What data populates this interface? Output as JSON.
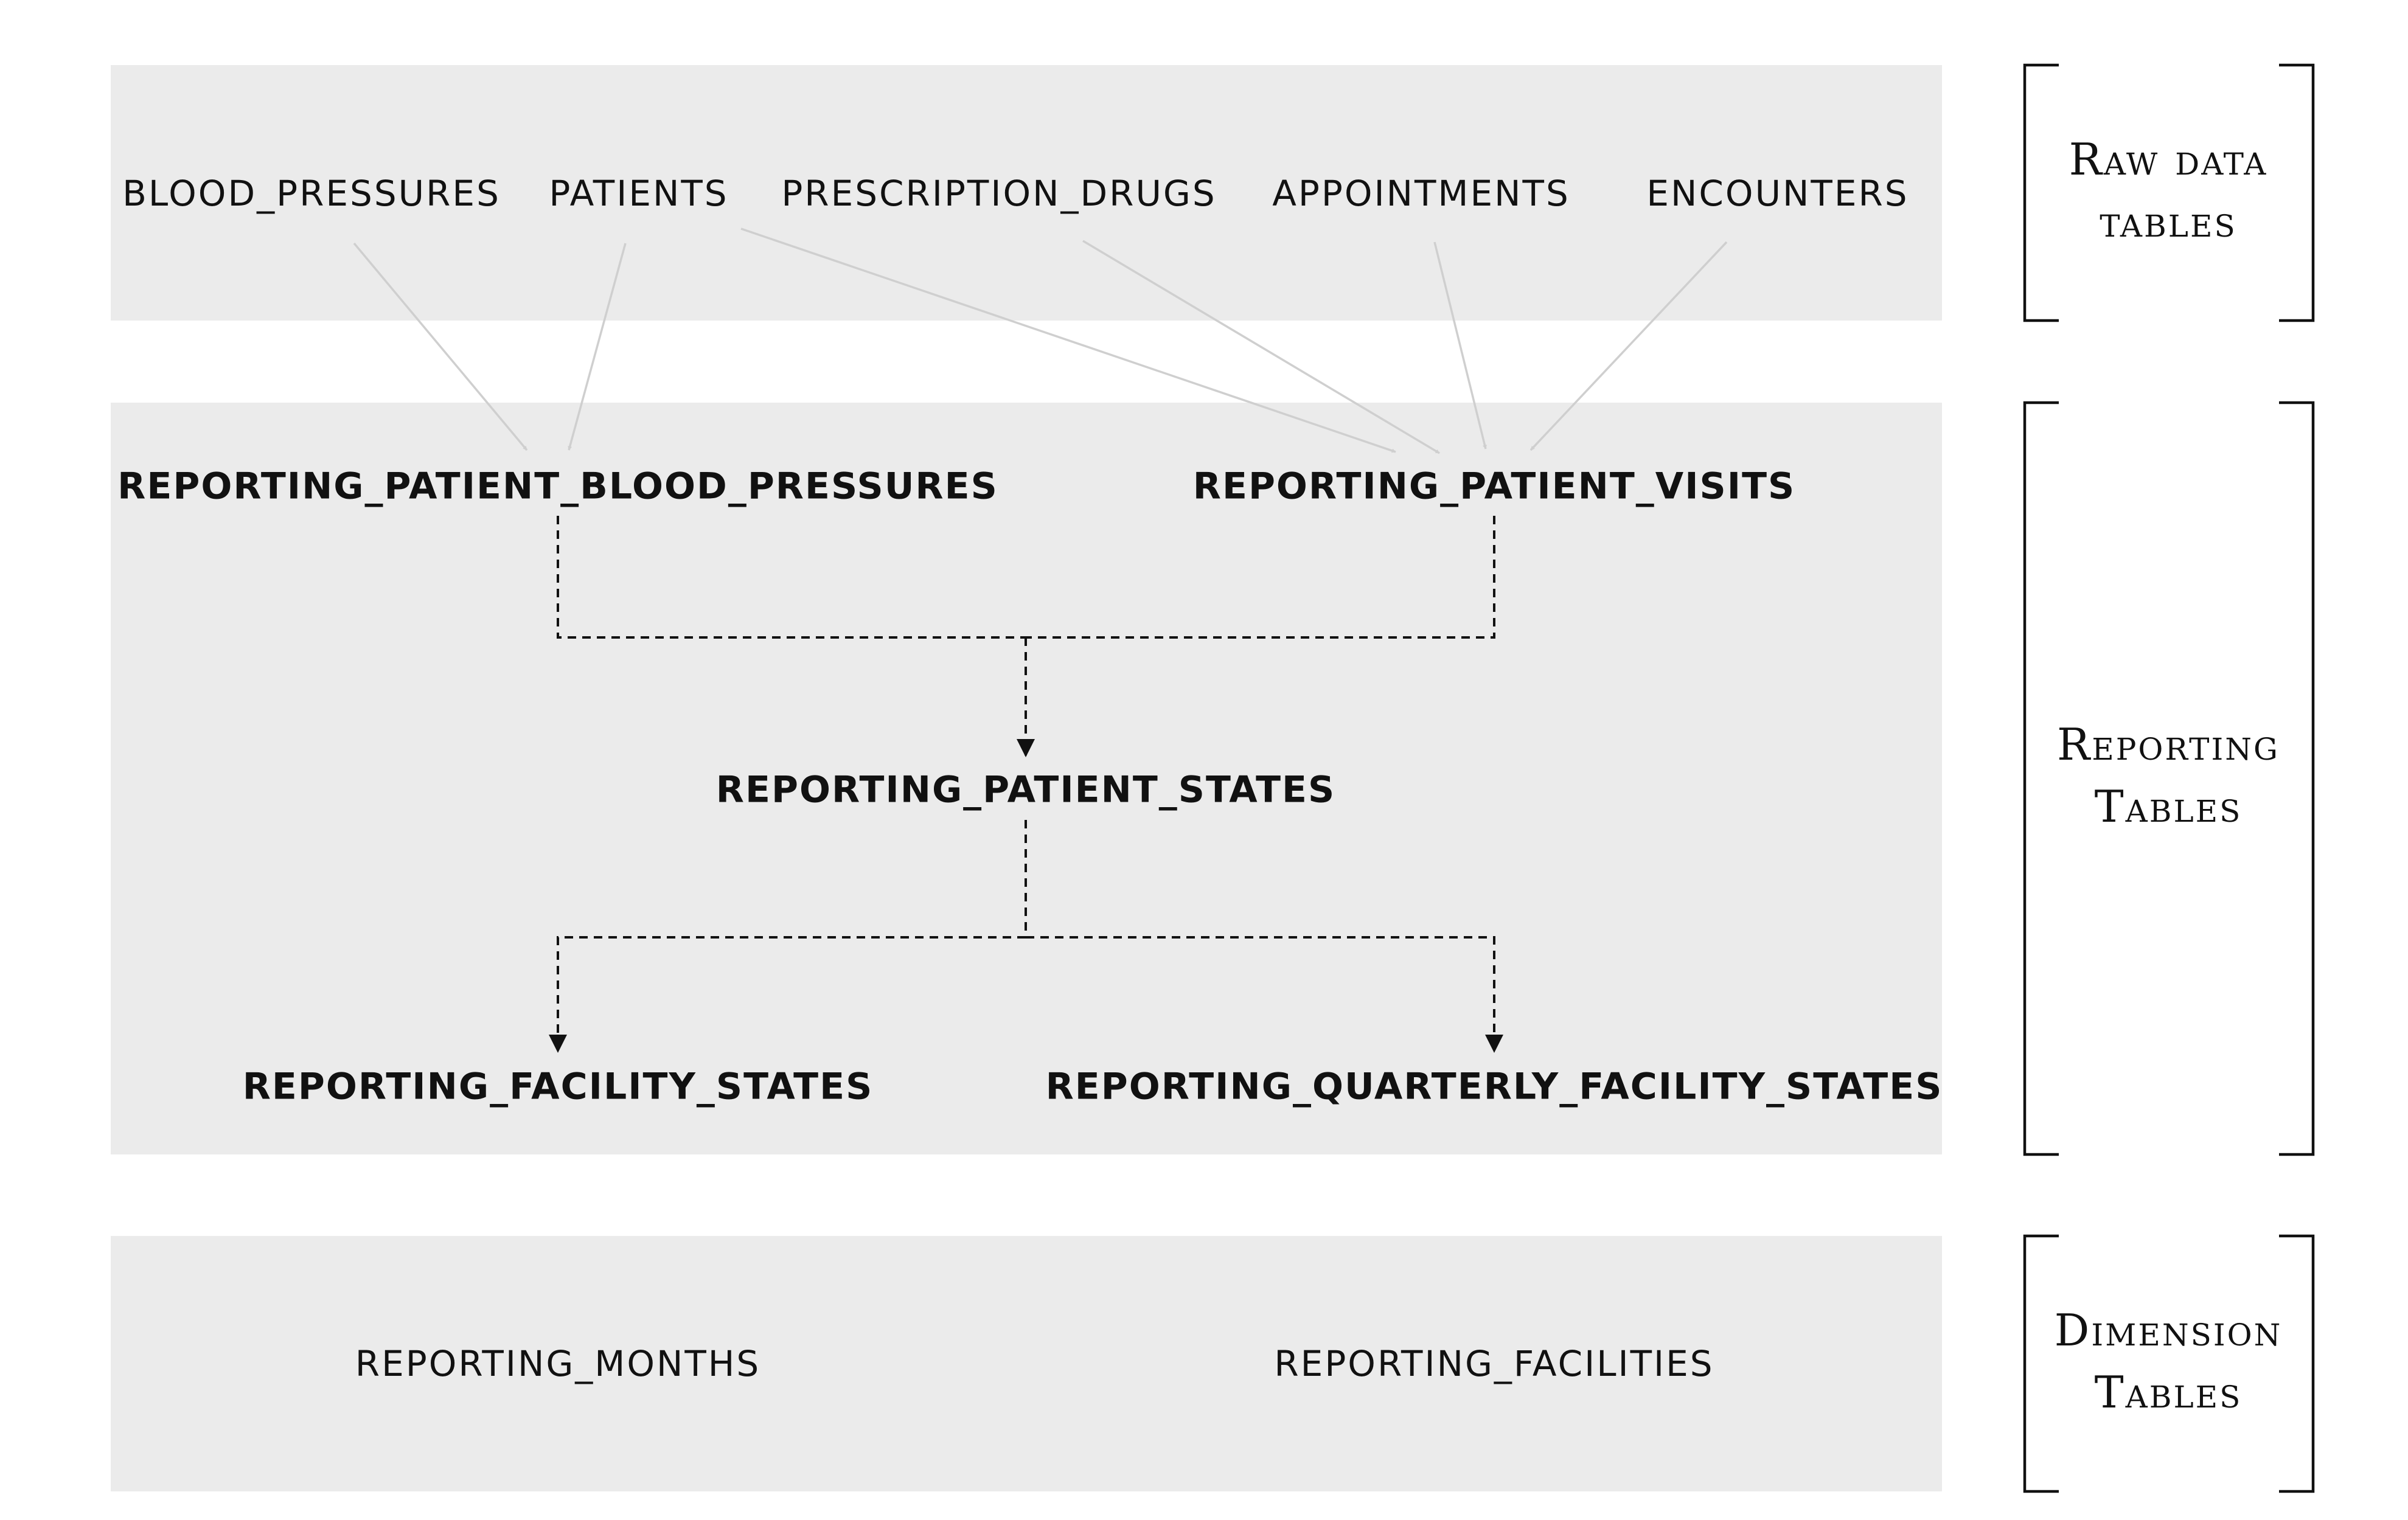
{
  "raw_tables": {
    "label_line1": "Raw data",
    "label_line2": "tables",
    "nodes": [
      "BLOOD_PRESSURES",
      "PATIENTS",
      "PRESCRIPTION_DRUGS",
      "APPOINTMENTS",
      "ENCOUNTERS"
    ]
  },
  "reporting_tables": {
    "label_line1": "Reporting",
    "label_line2": "Tables",
    "nodes": {
      "blood_pressures": "REPORTING_PATIENT_BLOOD_PRESSURES",
      "visits": "REPORTING_PATIENT_VISITS",
      "states": "REPORTING_PATIENT_STATES",
      "facility_states": "REPORTING_FACILITY_STATES",
      "quarterly_facility_states": "REPORTING_QUARTERLY_FACILITY_STATES"
    }
  },
  "dimension_tables": {
    "label_line1": "Dimension",
    "label_line2": "Tables",
    "nodes": [
      "REPORTING_MONTHS",
      "REPORTING_FACILITIES"
    ]
  },
  "edges": [
    {
      "from": "BLOOD_PRESSURES",
      "to": "REPORTING_PATIENT_BLOOD_PRESSURES",
      "style": "raw"
    },
    {
      "from": "PATIENTS",
      "to": "REPORTING_PATIENT_BLOOD_PRESSURES",
      "style": "raw"
    },
    {
      "from": "PATIENTS",
      "to": "REPORTING_PATIENT_VISITS",
      "style": "raw"
    },
    {
      "from": "PRESCRIPTION_DRUGS",
      "to": "REPORTING_PATIENT_VISITS",
      "style": "raw"
    },
    {
      "from": "APPOINTMENTS",
      "to": "REPORTING_PATIENT_VISITS",
      "style": "raw"
    },
    {
      "from": "ENCOUNTERS",
      "to": "REPORTING_PATIENT_VISITS",
      "style": "raw"
    },
    {
      "from": "REPORTING_PATIENT_BLOOD_PRESSURES",
      "to": "REPORTING_PATIENT_STATES",
      "style": "dashed"
    },
    {
      "from": "REPORTING_PATIENT_VISITS",
      "to": "REPORTING_PATIENT_STATES",
      "style": "dashed"
    },
    {
      "from": "REPORTING_PATIENT_STATES",
      "to": "REPORTING_FACILITY_STATES",
      "style": "dashed"
    },
    {
      "from": "REPORTING_PATIENT_STATES",
      "to": "REPORTING_QUARTERLY_FACILITY_STATES",
      "style": "dashed"
    }
  ],
  "colors": {
    "band": "#ebebeb",
    "raw_edge": "#cfcfcf",
    "text": "#111111"
  }
}
